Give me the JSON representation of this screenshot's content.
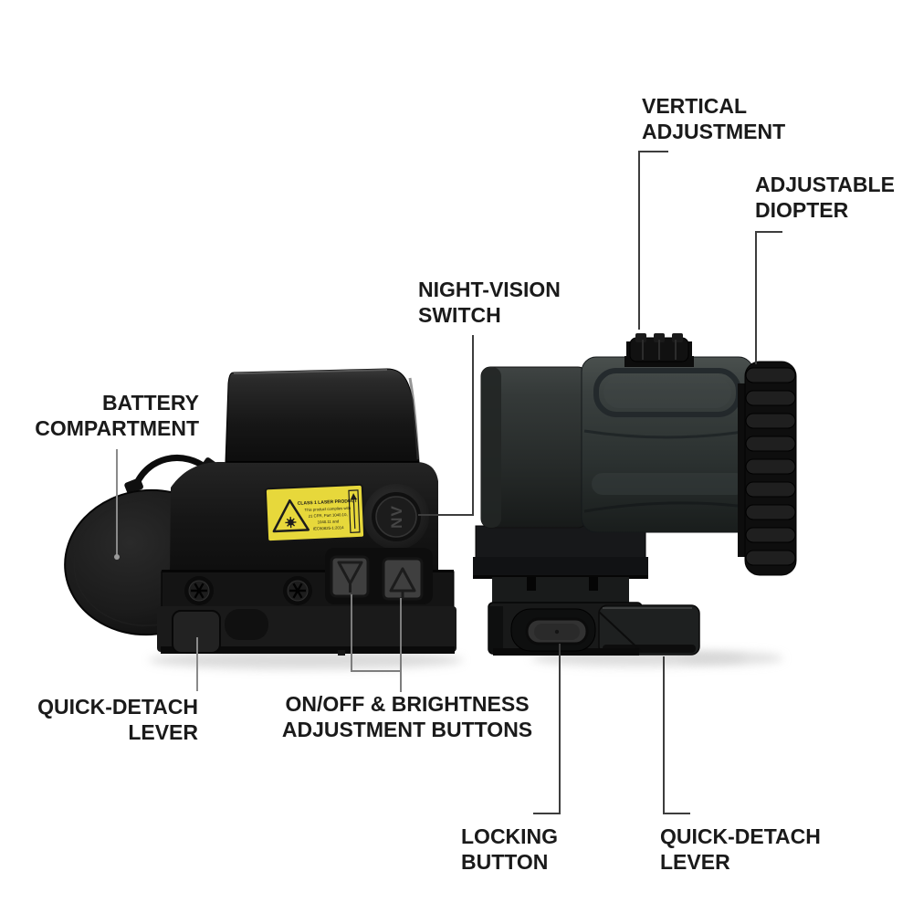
{
  "figure": {
    "type": "labeled-product-diagram",
    "subject_left": "holographic red dot sight",
    "subject_right": "magnifier with quick-detach mount"
  },
  "labels": {
    "vertical_adjustment": "VERTICAL\nADJUSTMENT",
    "adjustable_diopter": "ADJUSTABLE\nDIOPTER",
    "night_vision_switch": "NIGHT-VISION\nSWITCH",
    "battery_compartment": "BATTERY\nCOMPARTMENT",
    "quick_detach_lever_left": "QUICK-DETACH\nLEVER",
    "on_off_brightness": "ON/OFF & BRIGHTNESS\nADJUSTMENT BUTTONS",
    "locking_button": "LOCKING\nBUTTON",
    "quick_detach_lever_right": "QUICK-DETACH\nLEVER"
  },
  "sight": {
    "nv_button_label": "NV",
    "warning_label": {
      "title": "CLASS 1 LASER PRODUCT",
      "line1": "This product complies with",
      "line2": "21 CFR, Part 1040.10,",
      "line3": "1040.11 and",
      "line4": "IEC60825-1:2014"
    }
  },
  "colors": {
    "background": "#ffffff",
    "label_text": "#1a1a1a",
    "leader_dark": "#3d3d3d",
    "leader_gray": "#7d7d7d",
    "warning_yellow": "#e7d83b",
    "device_black": "#161616",
    "magnifier_gray": "#343a39"
  }
}
